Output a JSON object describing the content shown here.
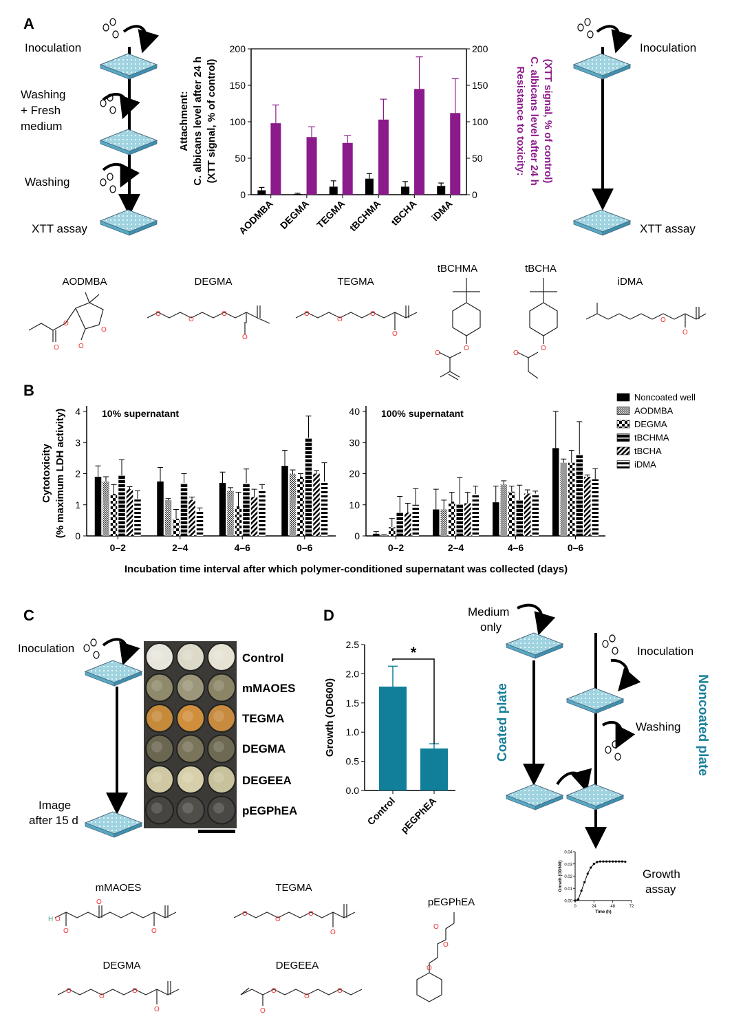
{
  "panel_labels": {
    "a": "A",
    "b": "B",
    "c": "C",
    "d": "D"
  },
  "panelA": {
    "left_steps": {
      "inoculation": "Inoculation",
      "washing_fresh": [
        "Washing",
        "+ Fresh",
        "medium"
      ],
      "washing": "Washing",
      "xtt": "XTT assay"
    },
    "right_steps": {
      "inoculation": "Inoculation",
      "xtt": "XTT assay"
    },
    "molecules": [
      "AODMBA",
      "DEGMA",
      "TEGMA",
      "tBCHMA",
      "tBCHA",
      "iDMA"
    ]
  },
  "panelC": {
    "inoculation": "Inoculation",
    "image_label": [
      "Image",
      "after 15 d"
    ],
    "rows": [
      "Control",
      "mMAOES",
      "TEGMA",
      "DEGMA",
      "DEGEEA",
      "pEGPhEA"
    ],
    "molecules": [
      "mMAOES",
      "TEGMA",
      "pEGPhEA",
      "DEGMA",
      "DEGEEA"
    ]
  },
  "panelD_schematic": {
    "medium_only": [
      "Medium",
      "only"
    ],
    "inoculation": "Inoculation",
    "washing": "Washing",
    "coated": "Coated plate",
    "noncoated": "Noncoated plate",
    "growth_assay": [
      "Growth",
      "assay"
    ],
    "accent_color": "#1a7f99"
  },
  "chart_data": [
    {
      "id": "A-bars",
      "type": "bar",
      "categories": [
        "AODMBA",
        "DEGMA",
        "TEGMA",
        "tBCHMA",
        "tBCHA",
        "iDMA"
      ],
      "series": [
        {
          "name": "Attachment",
          "color": "#000000",
          "values": [
            6,
            1,
            11,
            22,
            11,
            12
          ],
          "err": [
            4,
            1,
            8,
            7,
            7,
            4
          ]
        },
        {
          "name": "Resistance to toxicity",
          "color": "#8b1a8b",
          "values": [
            98,
            79,
            71,
            103,
            145,
            112
          ],
          "err": [
            25,
            14,
            10,
            28,
            44,
            47
          ]
        }
      ],
      "ylim": [
        0,
        200
      ],
      "yticks": [
        0,
        50,
        100,
        150,
        200
      ],
      "ylabel_left": [
        "Attachment:",
        "C. albicans level after 24 h",
        "(XTT signal, % of control)"
      ],
      "ylabel_right": [
        "Resistance to toxicity:",
        "C. albicans level after 24 h",
        "(XTT signal, % of control)"
      ]
    },
    {
      "id": "B-left",
      "type": "bar",
      "title": "10% supernatant",
      "categories": [
        "0–2",
        "2–4",
        "4–6",
        "0–6"
      ],
      "series": [
        {
          "name": "Noncoated well",
          "values": [
            1.9,
            1.75,
            1.7,
            2.25
          ],
          "err": [
            0.35,
            0.45,
            0.35,
            0.5
          ]
        },
        {
          "name": "AODMBA",
          "values": [
            1.75,
            1.15,
            1.45,
            2.0
          ],
          "err": [
            0.15,
            0.05,
            0.1,
            0.12
          ]
        },
        {
          "name": "DEGMA",
          "values": [
            1.35,
            0.55,
            0.95,
            1.9
          ],
          "err": [
            0.3,
            0.3,
            0.45,
            0.1
          ]
        },
        {
          "name": "tBCHMA",
          "values": [
            1.95,
            1.7,
            1.7,
            3.15
          ],
          "err": [
            0.5,
            0.3,
            0.45,
            0.7
          ]
        },
        {
          "name": "tBCHA",
          "values": [
            1.5,
            1.15,
            1.25,
            2.0
          ],
          "err": [
            0.08,
            0.1,
            0.25,
            0.1
          ]
        },
        {
          "name": "iDMA",
          "values": [
            1.2,
            0.8,
            1.5,
            1.75
          ],
          "err": [
            0.25,
            0.1,
            0.15,
            0.6
          ]
        }
      ],
      "ylim": [
        0,
        4
      ],
      "yticks": [
        0,
        1,
        2,
        3,
        4
      ]
    },
    {
      "id": "B-right",
      "type": "bar",
      "title": "100% supernatant",
      "categories": [
        "0–2",
        "2–4",
        "4–6",
        "0–6"
      ],
      "series": [
        {
          "name": "Noncoated well",
          "values": [
            0.7,
            8.5,
            10.8,
            28.2
          ],
          "err": [
            0.7,
            6.5,
            5.2,
            14.5
          ]
        },
        {
          "name": "AODMBA",
          "values": [
            0.2,
            8.5,
            16.5,
            23.5
          ],
          "err": [
            0.2,
            3,
            1.2,
            1.2
          ]
        },
        {
          "name": "DEGMA",
          "values": [
            2.8,
            11,
            14.2,
            23.5
          ],
          "err": [
            2.8,
            3,
            1.8,
            4
          ]
        },
        {
          "name": "tBCHMA",
          "values": [
            7.5,
            10.2,
            11.5,
            26.2
          ],
          "err": [
            5.2,
            8.5,
            4.8,
            10.5
          ]
        },
        {
          "name": "tBCHA",
          "values": [
            7.5,
            10.5,
            13.6,
            19
          ],
          "err": [
            3,
            3.5,
            1.2,
            0.6
          ]
        },
        {
          "name": "iDMA",
          "values": [
            10,
            13.5,
            13.6,
            18.2
          ],
          "err": [
            5.2,
            2.5,
            0.8,
            3.4
          ]
        }
      ],
      "ylim": [
        0,
        40
      ],
      "yticks": [
        0,
        10,
        20,
        30,
        40
      ]
    },
    {
      "id": "D-bars",
      "type": "bar",
      "categories": [
        "Control",
        "pEGPhEA"
      ],
      "values": [
        1.78,
        0.72
      ],
      "err": [
        0.35,
        0.08
      ],
      "color": "#117f99",
      "ylim": [
        0,
        2.5
      ],
      "yticks": [
        "0.0",
        "0.5",
        "1.0",
        "1.5",
        "2.0",
        "2.5"
      ],
      "ylabel": "Growth (OD600)",
      "significance": "*"
    },
    {
      "id": "D-inset",
      "type": "line",
      "x": [
        0,
        4,
        8,
        12,
        16,
        20,
        24,
        28,
        32,
        36,
        40,
        44,
        48,
        52,
        56,
        60,
        64
      ],
      "y": [
        0.0,
        0.001,
        0.008,
        0.015,
        0.022,
        0.027,
        0.03,
        0.0315,
        0.032,
        0.032,
        0.032,
        0.032,
        0.032,
        0.032,
        0.032,
        0.032,
        0.0318
      ],
      "xlim": [
        0,
        72
      ],
      "ylim": [
        0,
        0.04
      ],
      "xticks": [
        "0",
        "24",
        "48",
        "72"
      ],
      "yticks": [
        "0.00",
        "0.01",
        "0.02",
        "0.03",
        "0.04"
      ],
      "xlabel": "Time (h)",
      "ylabel": "Growth (OD600)"
    }
  ],
  "panelB_axes": {
    "ylabel": [
      "Cytotoxicity",
      "(% maximum LDH activity)"
    ],
    "xlabel": "Incubation time interval after which polymer-conditioned supernatant was collected (days)"
  }
}
